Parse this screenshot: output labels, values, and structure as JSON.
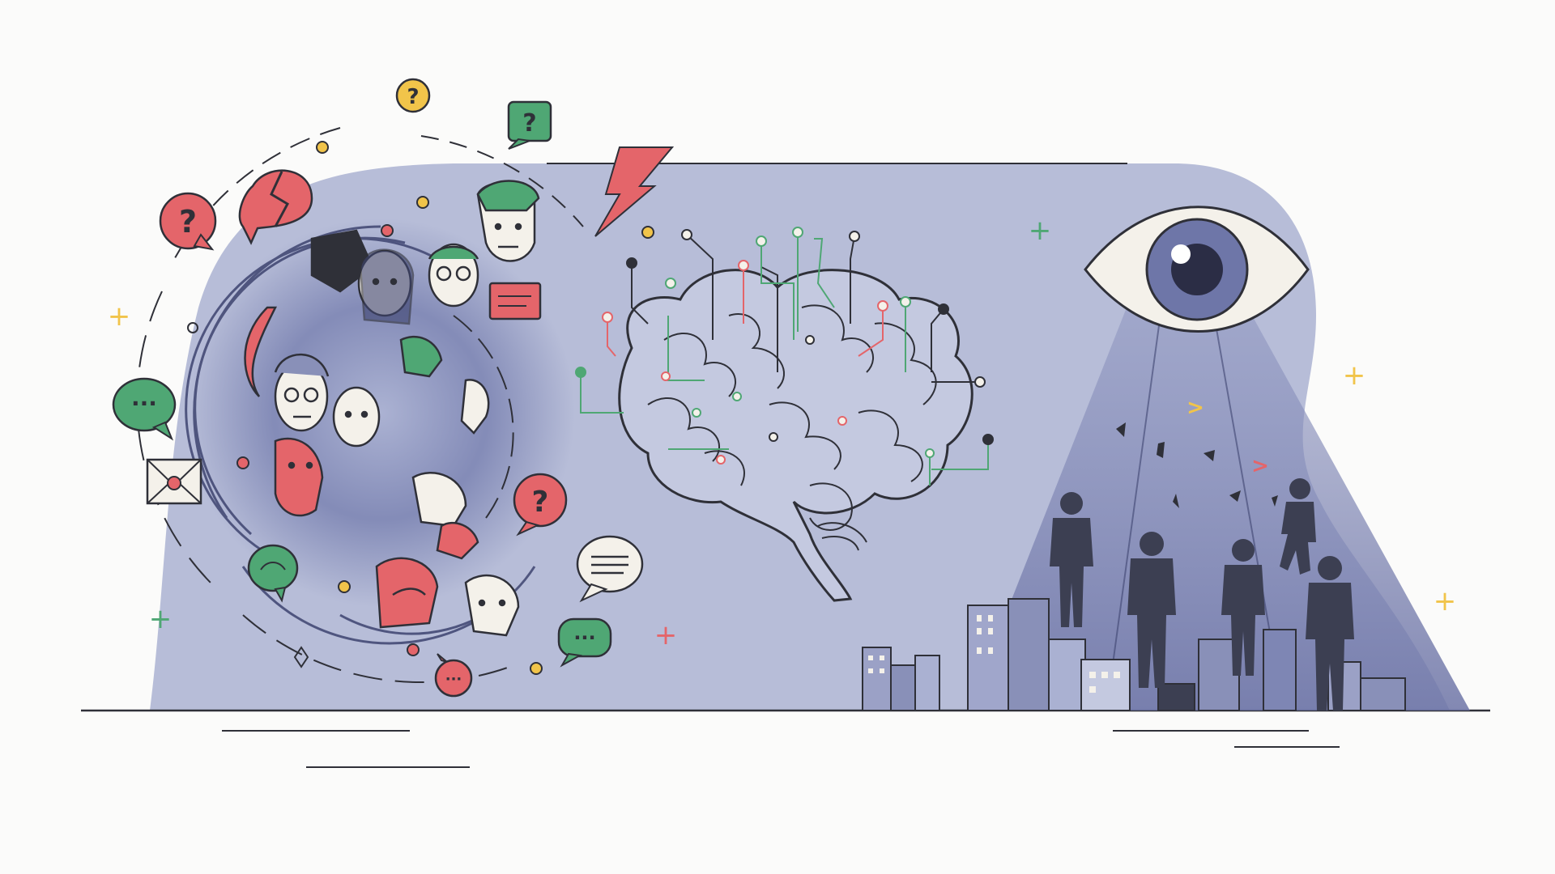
{
  "scene": {
    "colors": {
      "background": "#fbfbfa",
      "backdrop": "#b7bdd8",
      "backdrop_dark": "#8990b8",
      "ink": "#2f3038",
      "red": "#e4656a",
      "green": "#4fa774",
      "yellow": "#f1c44a",
      "figure": "#3c3f52",
      "iris": "#6e76a8"
    },
    "panels": [
      "crowd-vortex",
      "circuit-brain",
      "surveillance-eye"
    ],
    "glyphs": {
      "question": "?",
      "ellipsis": "···",
      "plus": "+",
      "chevron": ">"
    }
  }
}
